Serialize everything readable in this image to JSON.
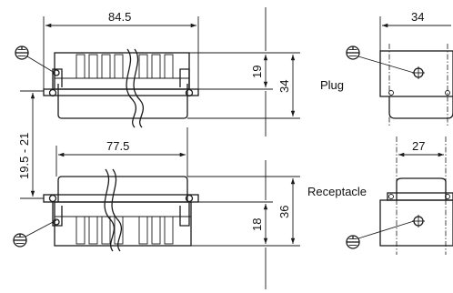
{
  "dimensions": {
    "plug_width": "84.5",
    "receptacle_width": "77.5",
    "plug_height_inner": "19",
    "plug_height_total": "34",
    "mating_range": "19.5 - 21",
    "receptacle_height_inner": "18",
    "receptacle_height_total": "36",
    "side_width_top": "34",
    "side_width_bottom": "27"
  },
  "labels": {
    "plug": "Plug",
    "receptacle": "Receptacle"
  },
  "icons": [
    "ground-symbol-icon",
    "ground-symbol-icon",
    "ground-symbol-icon",
    "ground-symbol-icon"
  ]
}
